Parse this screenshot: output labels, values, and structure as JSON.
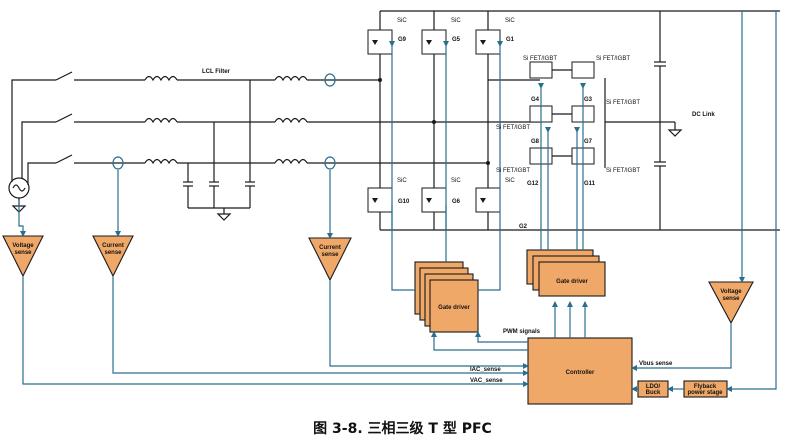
{
  "figure": {
    "caption": "图 3-8. 三相三级 T 型 PFC"
  },
  "labels": {
    "lcl_filter": "LCL Filter",
    "dc_link": "DC Link",
    "pwm_signals": "PWM signals",
    "vbus_sense": "Vbus sense",
    "iac_sense": "IAC_sense",
    "vac_sense": "VAC_sense",
    "sic": "SiC",
    "si_fet_igbt": "Si FET/IGBT"
  },
  "blocks": {
    "voltage_sense_left": [
      "Voltage",
      "sense"
    ],
    "current_sense_1": [
      "Current",
      "sense"
    ],
    "current_sense_2": [
      "Current",
      "sense"
    ],
    "voltage_sense_right": [
      "Voltage",
      "sense"
    ],
    "gate_driver_left": "Gate driver",
    "gate_driver_right": "Gate driver",
    "controller": "Controller",
    "ldo_buck": [
      "LDO/",
      "Buck"
    ],
    "flyback": [
      "Flyback",
      "power stage"
    ]
  },
  "gates": {
    "top": [
      "G9",
      "G5",
      "G1"
    ],
    "bottom": [
      "G10",
      "G6",
      "G2"
    ],
    "mid": [
      "G4",
      "G3",
      "G8",
      "G7",
      "G12",
      "G11"
    ]
  },
  "icons": {
    "ac_source": "ac-source-icon",
    "ground": "ground-icon",
    "inductor": "inductor-icon",
    "capacitor": "capacitor-icon",
    "mosfet": "mosfet-icon",
    "switch": "switch-icon"
  },
  "colors": {
    "block_fill": "#f0a868",
    "signal_wire": "#2a6f8e",
    "power_wire": "#1a1a1a"
  }
}
